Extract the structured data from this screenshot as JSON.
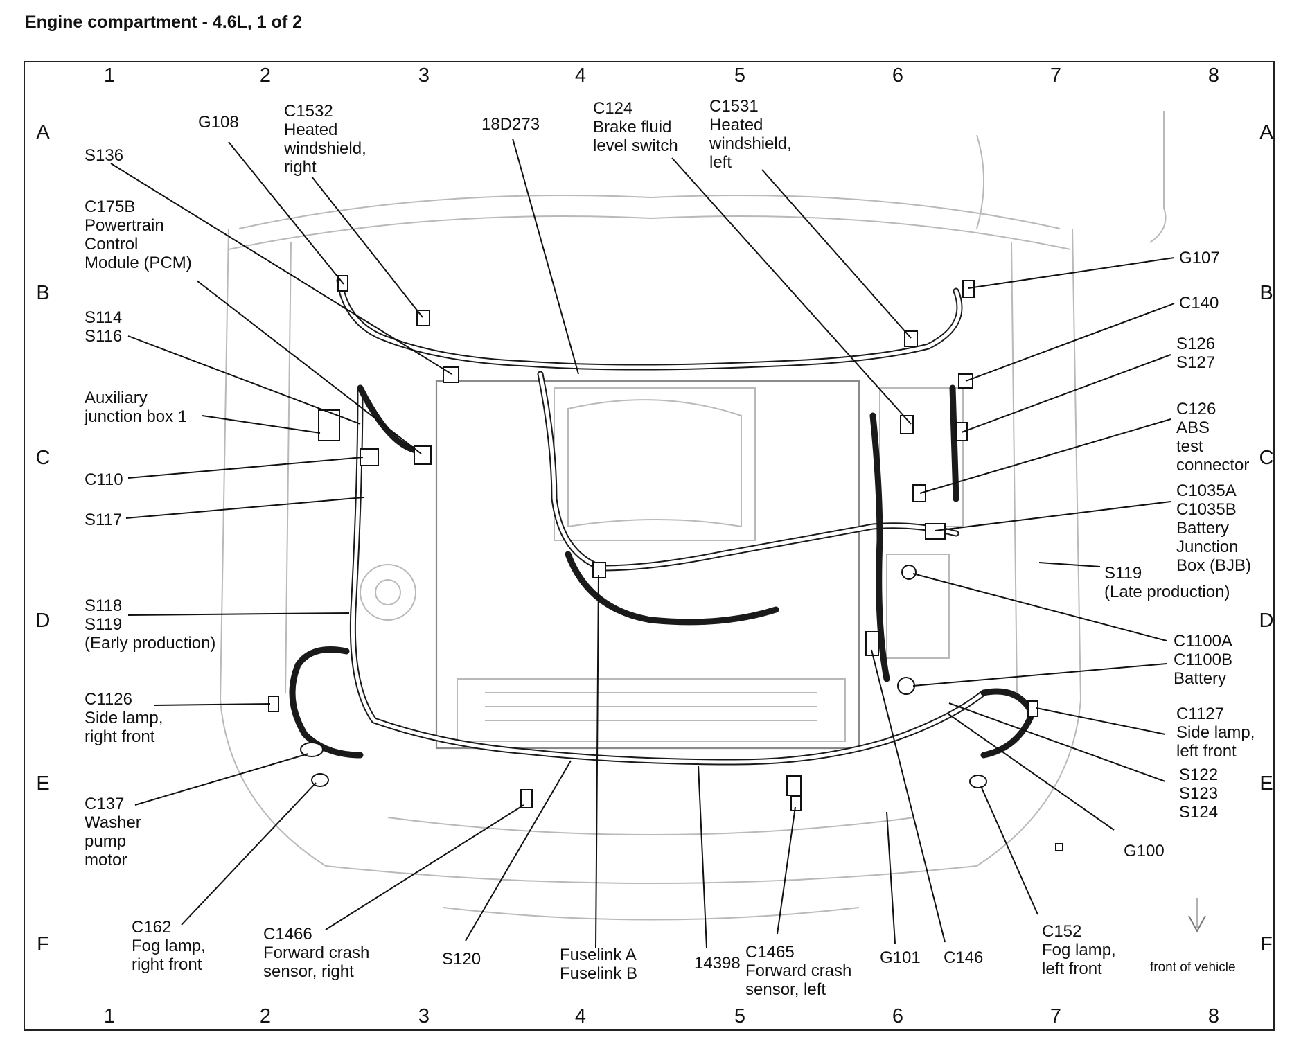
{
  "title": "Engine compartment - 4.6L, 1 of 2",
  "grid": {
    "columns": [
      "1",
      "2",
      "3",
      "4",
      "5",
      "6",
      "7",
      "8"
    ],
    "rows": [
      "A",
      "B",
      "C",
      "D",
      "E",
      "F"
    ]
  },
  "labels": [
    {
      "id": "g108",
      "lines": [
        "G108"
      ]
    },
    {
      "id": "c1532",
      "lines": [
        "C1532",
        "Heated",
        "windshield,",
        "right"
      ]
    },
    {
      "id": "c18d273",
      "lines": [
        "18D273"
      ]
    },
    {
      "id": "c124",
      "lines": [
        "C124",
        "Brake fluid",
        "level switch"
      ]
    },
    {
      "id": "c1531",
      "lines": [
        "C1531",
        "Heated",
        "windshield,",
        "left"
      ]
    },
    {
      "id": "s136",
      "lines": [
        "S136"
      ]
    },
    {
      "id": "c175b",
      "lines": [
        "C175B",
        "Powertrain",
        "Control",
        "Module (PCM)"
      ]
    },
    {
      "id": "g107",
      "lines": [
        "G107"
      ]
    },
    {
      "id": "c140",
      "lines": [
        "C140"
      ]
    },
    {
      "id": "s114",
      "lines": [
        "S114",
        "S116"
      ]
    },
    {
      "id": "s126",
      "lines": [
        "S126",
        "S127"
      ]
    },
    {
      "id": "ajb1",
      "lines": [
        "Auxiliary",
        "junction box 1"
      ]
    },
    {
      "id": "c126",
      "lines": [
        "C126",
        "ABS",
        "test",
        "connector"
      ]
    },
    {
      "id": "c110",
      "lines": [
        "C110"
      ]
    },
    {
      "id": "c1035",
      "lines": [
        "C1035A",
        "C1035B",
        "Battery",
        "Junction",
        "Box (BJB)"
      ]
    },
    {
      "id": "s117",
      "lines": [
        "S117"
      ]
    },
    {
      "id": "s119late",
      "lines": [
        "S119",
        "(Late production)"
      ]
    },
    {
      "id": "s118",
      "lines": [
        "S118",
        "S119",
        "(Early production)"
      ]
    },
    {
      "id": "c1100a",
      "lines": [
        "C1100A"
      ]
    },
    {
      "id": "c1100b",
      "lines": [
        "C1100B",
        "Battery"
      ]
    },
    {
      "id": "c1126",
      "lines": [
        "C1126",
        "Side lamp,",
        "right front"
      ]
    },
    {
      "id": "c1127",
      "lines": [
        "C1127",
        "Side lamp,",
        "left front"
      ]
    },
    {
      "id": "c137",
      "lines": [
        "C137",
        "Washer",
        "pump",
        "motor"
      ]
    },
    {
      "id": "s122",
      "lines": [
        "S122",
        "S123",
        "S124"
      ]
    },
    {
      "id": "g100",
      "lines": [
        "G100"
      ]
    },
    {
      "id": "c162",
      "lines": [
        "C162",
        "Fog lamp,",
        "right front"
      ]
    },
    {
      "id": "c1466",
      "lines": [
        "C1466",
        "Forward crash",
        "sensor, right"
      ]
    },
    {
      "id": "s120",
      "lines": [
        "S120"
      ]
    },
    {
      "id": "fuselink",
      "lines": [
        "Fuselink A",
        "Fuselink B"
      ]
    },
    {
      "id": "c14398",
      "lines": [
        "14398"
      ]
    },
    {
      "id": "c1465",
      "lines": [
        "C1465",
        "Forward crash",
        "sensor, left"
      ]
    },
    {
      "id": "g101",
      "lines": [
        "G101"
      ]
    },
    {
      "id": "c146",
      "lines": [
        "C146"
      ]
    },
    {
      "id": "c152",
      "lines": [
        "C152",
        "Fog lamp,",
        "left front"
      ]
    }
  ],
  "front_note": "front of vehicle"
}
